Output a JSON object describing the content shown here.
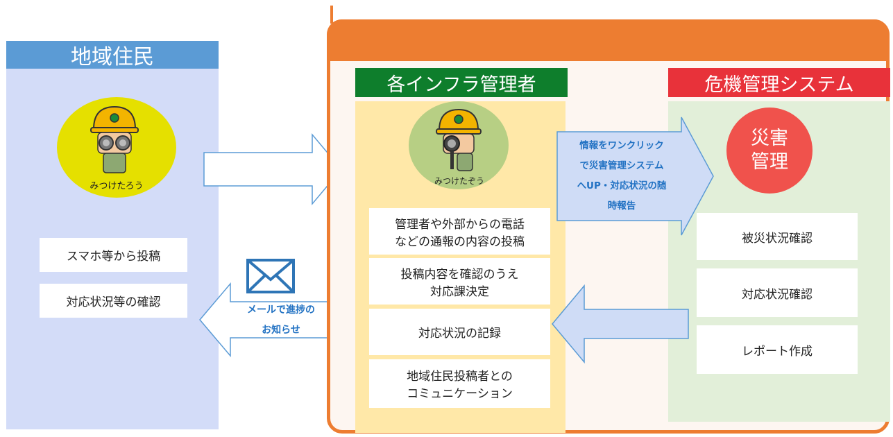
{
  "residents": {
    "title": "地域住民",
    "character": "みつけたろう",
    "items": [
      "スマホ等から投稿",
      "対応状況等の確認"
    ]
  },
  "infra": {
    "title": "各インフラ管理者",
    "character": "みつけたぞう",
    "items": [
      [
        "管理者や外部からの電話",
        "などの通報の内容の投稿"
      ],
      [
        "投稿内容を確認のうえ",
        "対応課決定"
      ],
      [
        "対応状況の記録"
      ],
      [
        "地域住民投稿者との",
        "コミュニケーション"
      ]
    ]
  },
  "system": {
    "title": "危機管理システム",
    "circle": [
      "災害",
      "管理"
    ],
    "items": [
      "被災状況確認",
      "対応状況確認",
      "レポート作成"
    ]
  },
  "arrow_to_system": [
    "情報をワンクリック",
    "で災害管理システム",
    "へUP・対応状況の随",
    "時報告"
  ],
  "mail_notice": [
    "メールで進捗の",
    "お知らせ"
  ],
  "colors": {
    "residents_header": "#5b9bd5",
    "infra_header": "#0e7e2c",
    "system_header": "#e8323a",
    "frame": "#ed7d31",
    "disaster_circle": "#f0524c"
  }
}
